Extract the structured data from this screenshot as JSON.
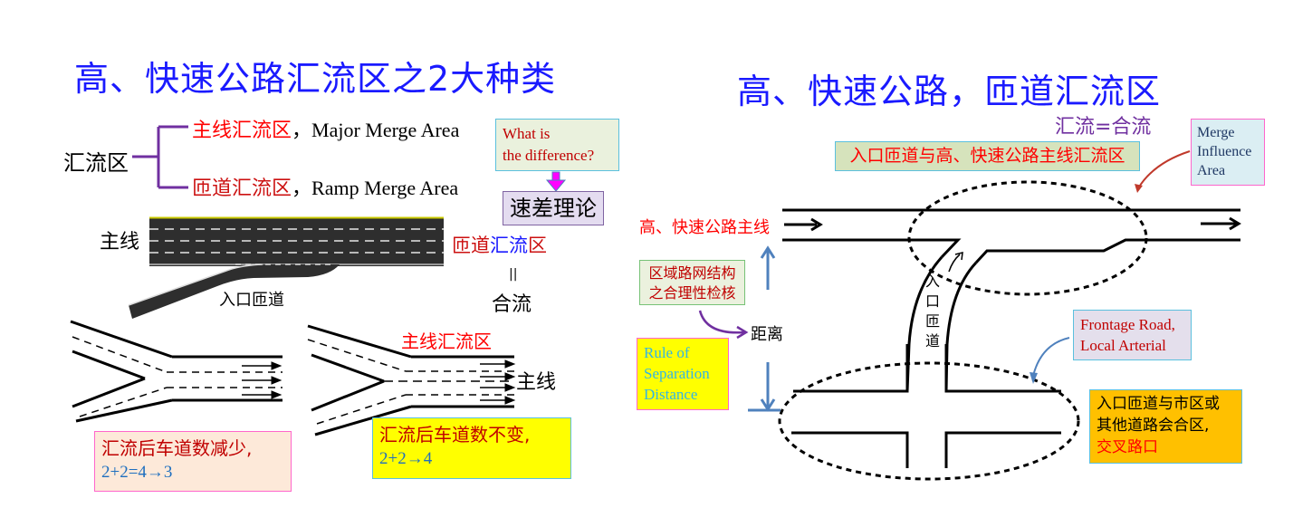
{
  "left_panel": {
    "title": "高、快速公路汇流区之2大种类",
    "tree": {
      "root": "汇流区",
      "items": [
        {
          "cn": "主线汇流区",
          "en": "，Major Merge Area",
          "cn_color": "#ff0000"
        },
        {
          "cn": "匝道汇流区",
          "en": "，Ramp Merge Area",
          "cn_color": "#cc1111"
        }
      ]
    },
    "question_box": {
      "line1": "What is",
      "line2": "the difference?"
    },
    "theory_box": "速差理论",
    "road_photo": {
      "mainline_label": "主线",
      "ramp_label": "入口匝道",
      "area_label_parts": [
        {
          "text": "匝道",
          "color": "#cc1111"
        },
        {
          "text": "汇流",
          "color": "#1a1aff"
        },
        {
          "text": "区",
          "color": "#cc1111"
        }
      ],
      "equals": "||",
      "equals_label": "合流"
    },
    "diagram_a": {
      "note_line1": "汇流后车道数减少,",
      "note_line2": "2+2=4→3"
    },
    "diagram_b": {
      "title": "主线汇流区",
      "mainline_label": "主线",
      "note_line1": "汇流后车道数不变,",
      "note_line2": "2+2→4"
    }
  },
  "right_panel": {
    "title": "高、快速公路，匝道汇流区",
    "subtitle": "汇流=合流",
    "merge_area_label": "入口匝道与高、快速公路主线汇流区",
    "merge_influence": {
      "line1": "Merge",
      "line2": "Influence",
      "line3": "Area"
    },
    "mainline_label": "高、快速公路主线",
    "network_check": {
      "line1": "区域路网结构",
      "line2": "之合理性检核"
    },
    "distance_label": "距离",
    "separation_rule": {
      "line1": "Rule of",
      "line2": "Separation",
      "line3": "Distance"
    },
    "ramp_label": [
      "入",
      "口",
      "匝",
      "道"
    ],
    "frontage": {
      "line1": "Frontage Road,",
      "line2": "Local Arterial"
    },
    "intersection_note": {
      "line1": "入口匝道与市区或",
      "line2": "其他道路会合区,",
      "line3": "交叉路口"
    }
  },
  "colors": {
    "title_blue": "#1a1aff",
    "red": "#ff0000",
    "dark_red": "#cc1111",
    "purple": "#7030a0",
    "arrow_blue": "#4f81bd",
    "yellow_box": "#ffff00",
    "orange_box": "#ffc000"
  }
}
